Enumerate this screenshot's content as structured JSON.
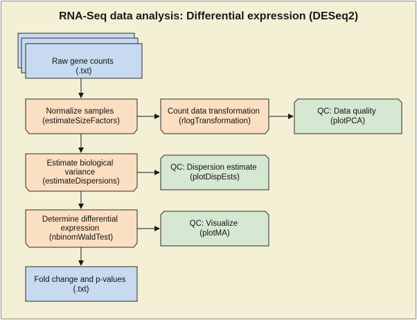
{
  "title": "RNA-Seq data analysis: Differential expression (DESeq2)",
  "colors": {
    "background": "#f4f0d5",
    "data": "#c7daf0",
    "process": "#fbdfc2",
    "qc": "#d6e8d2",
    "stroke": "#2b2b2b"
  },
  "nodes": {
    "raw_counts": [
      "Raw gene counts",
      "(.txt)"
    ],
    "normalize": [
      "Normalize samples",
      "(estimateSizeFactors)"
    ],
    "transform": [
      "Count data transformation",
      "(rlogTransformation)"
    ],
    "qc_quality": [
      "QC: Data quality",
      "(plotPCA)"
    ],
    "dispersion": [
      "Estimate biological",
      "variance",
      "(estimateDispersions)"
    ],
    "qc_dispersion": [
      "QC: Dispersion estimate",
      "(plotDispEsts)"
    ],
    "diffexp": [
      "Determine differential",
      "expression",
      "(nbinomWaldTest)"
    ],
    "qc_visualize": [
      "QC: Visualize",
      "(plotMA)"
    ],
    "results": [
      "Fold change and p-values",
      "(.txt)"
    ]
  }
}
